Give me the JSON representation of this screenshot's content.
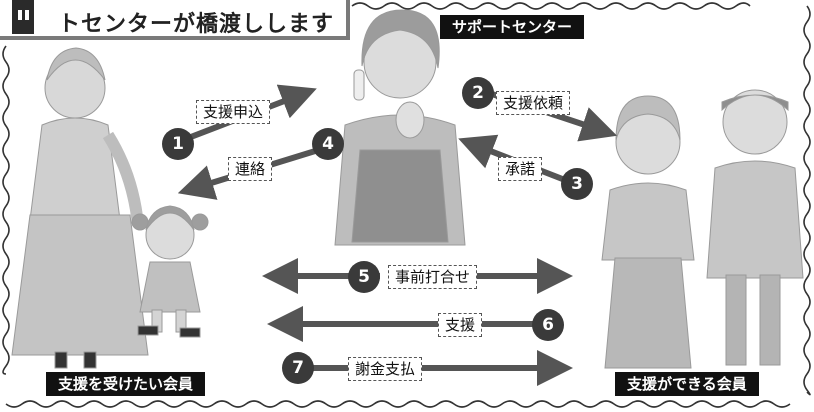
{
  "title": {
    "text": "トセンターが橋渡しします",
    "icon": "building-icon"
  },
  "roles": {
    "center": "サポートセンター",
    "requester": "支援を受けたい会員",
    "provider": "支援ができる会員"
  },
  "steps": [
    {
      "num": "1",
      "label": "支援申込"
    },
    {
      "num": "2",
      "label": "支援依頼"
    },
    {
      "num": "3",
      "label": "承諾"
    },
    {
      "num": "4",
      "label": "連絡"
    },
    {
      "num": "5",
      "label": "事前打合せ"
    },
    {
      "num": "6",
      "label": "支援"
    },
    {
      "num": "7",
      "label": "謝金支払"
    }
  ],
  "colors": {
    "ink": "#111111",
    "arrow": "#555555",
    "badge": "#3a3a3a",
    "figure": "#c8c8c8"
  }
}
